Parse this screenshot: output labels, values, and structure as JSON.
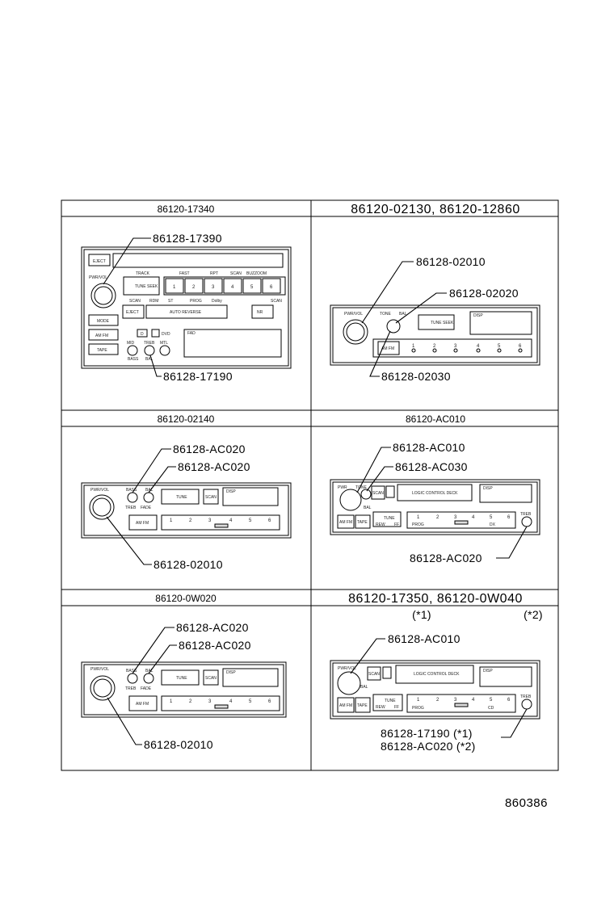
{
  "cells": [
    {
      "header": "86120-17340",
      "callouts": [
        "86128-17390",
        "86128-17190"
      ],
      "panel_text": [
        "EJECT",
        "TRACK",
        "FAST",
        "RPT",
        "SCAN",
        "BUZZOOM",
        "TUNE SEEK",
        "PWR/VOL",
        "AUTO REVERSE",
        "EJECT",
        "SCAN",
        "RDM",
        "ST",
        "PROG",
        "Dolby",
        "NR",
        "SCAN",
        "MTL",
        "TREB",
        "MID",
        "BASS",
        "BAL",
        "FAD",
        "D",
        "DVD",
        "AM FM",
        "TAPE",
        "MODE"
      ],
      "presets": [
        "1",
        "2",
        "3",
        "4",
        "5",
        "6"
      ]
    },
    {
      "header": "86120-02130, 86120-12860",
      "callouts": [
        "86128-02010",
        "86128-02020",
        "86128-02030"
      ],
      "panel_text": [
        "PWR/VOL",
        "TONE",
        "BAL",
        "TUNE SEEK",
        "DISP",
        "AM FM"
      ],
      "presets": [
        "1",
        "2",
        "3",
        "4",
        "5",
        "6"
      ]
    },
    {
      "header": "86120-02140",
      "callouts": [
        "86128-AC020",
        "86128-AC020",
        "86128-02010"
      ],
      "panel_text": [
        "PWR/VOL",
        "BASS",
        "BAL",
        "TREB",
        "FADE",
        "TUNE",
        "SCAN",
        "DISP",
        "AM FM"
      ],
      "presets": [
        "1",
        "2",
        "3",
        "4",
        "5",
        "6"
      ]
    },
    {
      "header": "86120-AC010",
      "callouts": [
        "86128-AC010",
        "86128-AC030",
        "86128-AC020"
      ],
      "panel_text": [
        "PWR",
        "TONE",
        "BAL",
        "SCAN",
        "LOGIC CONTROL DECK",
        "DISP",
        "TUNE",
        "REW",
        "FF",
        "AM FM",
        "TAPE",
        "PROG",
        "DX",
        "TREB"
      ],
      "presets": [
        "1",
        "2",
        "3",
        "4",
        "5",
        "6"
      ]
    },
    {
      "header": "86120-0W020",
      "callouts": [
        "86128-AC020",
        "86128-AC020",
        "86128-02010"
      ],
      "panel_text": [
        "PWR/VOL",
        "BASS",
        "BAL",
        "TREB",
        "FADE",
        "TUNE",
        "SCAN",
        "DISP",
        "AM FM"
      ],
      "presets": [
        "1",
        "2",
        "3",
        "4",
        "5",
        "6"
      ]
    },
    {
      "header": "86120-17350, 86120-0W040",
      "notes": [
        "(*1)",
        "(*2)"
      ],
      "callouts": [
        "86128-AC010",
        "86128-17190 (*1)",
        "86128-AC020 (*2)"
      ],
      "panel_text": [
        "PWR/VOL",
        "SCAN",
        "BAL",
        "LOGIC CONTROL DECK",
        "DISP",
        "TUNE",
        "REW",
        "FF",
        "AM FM",
        "TAPE",
        "PROG",
        "CD",
        "TREB"
      ],
      "presets": [
        "1",
        "2",
        "3",
        "4",
        "5",
        "6"
      ]
    }
  ],
  "diagram_number": "860386",
  "colors": {
    "ink": "#000000",
    "paper": "#ffffff"
  }
}
